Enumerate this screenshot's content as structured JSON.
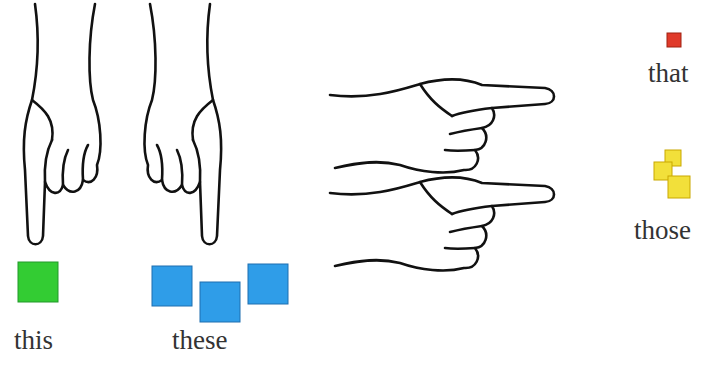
{
  "diagram": {
    "labels": [
      "this",
      "these",
      "that",
      "those"
    ]
  }
}
